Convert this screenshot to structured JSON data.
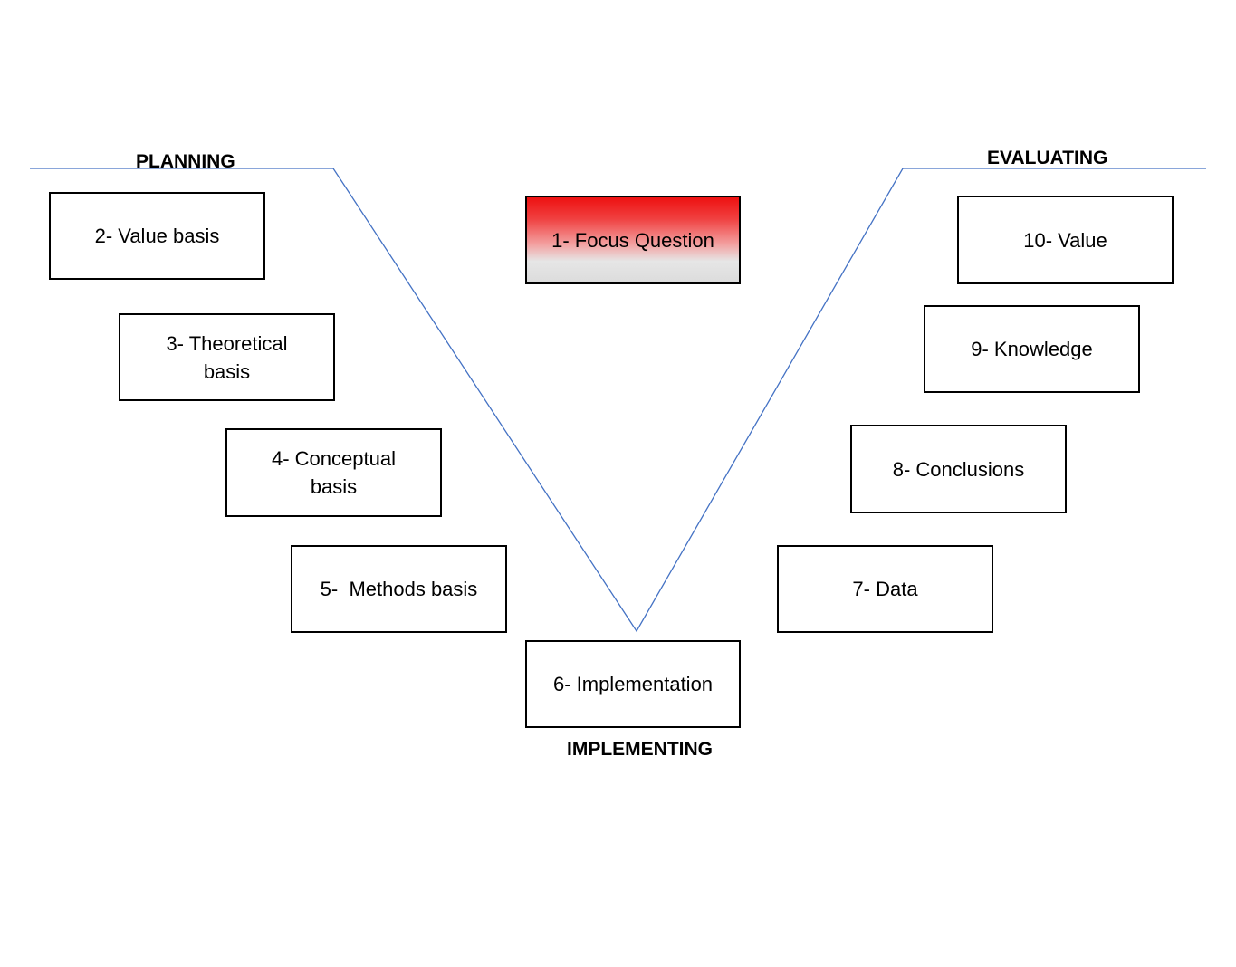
{
  "diagram": {
    "phases": {
      "planning": "PLANNING",
      "implementing": "IMPLEMENTING",
      "evaluating": "EVALUATING"
    },
    "boxes": {
      "focus_question": "1- Focus Question",
      "value_basis": "2- Value basis",
      "theoretical_basis": "3- Theoretical basis",
      "conceptual_basis": "4- Conceptual basis",
      "methods_basis": "5-  Methods basis",
      "implementation": "6- Implementation",
      "data": "7- Data",
      "conclusions": "8- Conclusions",
      "knowledge": "9- Knowledge",
      "value": "10- Value"
    },
    "colors": {
      "v_line": "#4472c4",
      "focus_fill_top": "#ee1111",
      "focus_fill_bottom": "#dcdcdc",
      "box_border": "#000000"
    }
  }
}
